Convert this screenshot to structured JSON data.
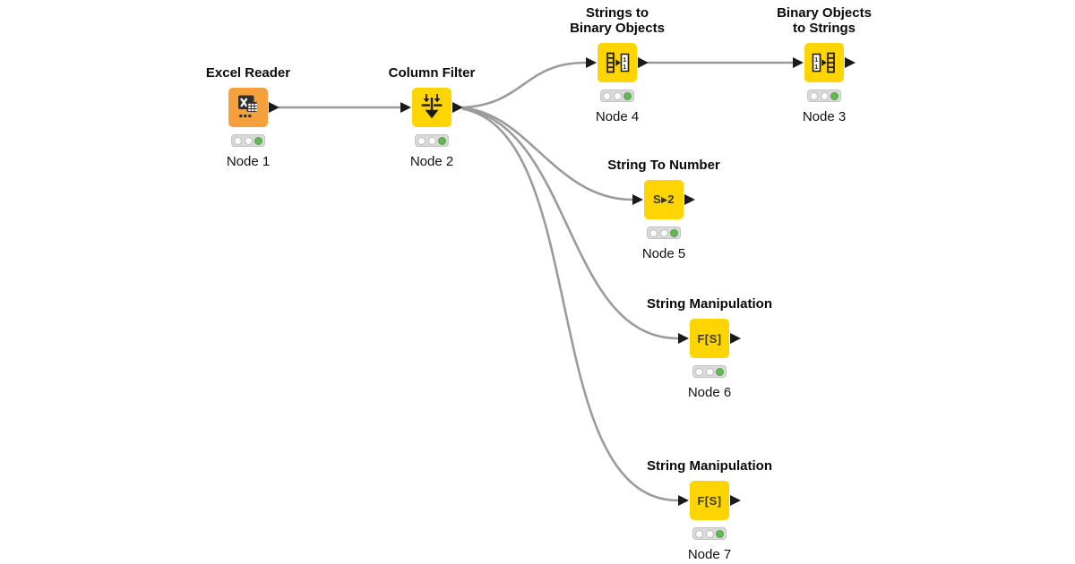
{
  "workflow": {
    "nodes": [
      {
        "title": "Excel Reader",
        "label": "Node 1",
        "icon": "excel-reader",
        "status": "executed"
      },
      {
        "title": "Column Filter",
        "label": "Node 2",
        "icon": "column-filter",
        "status": "executed"
      },
      {
        "title": "Strings to\nBinary Objects",
        "label": "Node 4",
        "icon": "strings-to-binary-objects",
        "status": "executed"
      },
      {
        "title": "Binary Objects\nto Strings",
        "label": "Node 3",
        "icon": "binary-objects-to-strings",
        "status": "executed"
      },
      {
        "title": "String To Number",
        "label": "Node 5",
        "icon": "string-to-number",
        "icon_text": "S▸2",
        "status": "executed"
      },
      {
        "title": "String Manipulation",
        "label": "Node 6",
        "icon": "string-manipulation",
        "icon_text": "F[S]",
        "status": "executed"
      },
      {
        "title": "String Manipulation",
        "label": "Node 7",
        "icon": "string-manipulation",
        "icon_text": "F[S]",
        "status": "executed"
      }
    ],
    "connections": [
      {
        "from": "Node 1",
        "to": "Node 2"
      },
      {
        "from": "Node 2",
        "to": "Node 4"
      },
      {
        "from": "Node 4",
        "to": "Node 3"
      },
      {
        "from": "Node 2",
        "to": "Node 5"
      },
      {
        "from": "Node 2",
        "to": "Node 6"
      },
      {
        "from": "Node 2",
        "to": "Node 7"
      }
    ],
    "colors": {
      "source_node": "#f5a03c",
      "manipulator_node": "#fed500",
      "status_green": "#63b754",
      "connection": "#9b9b9b",
      "port": "#1a1a1a"
    }
  }
}
